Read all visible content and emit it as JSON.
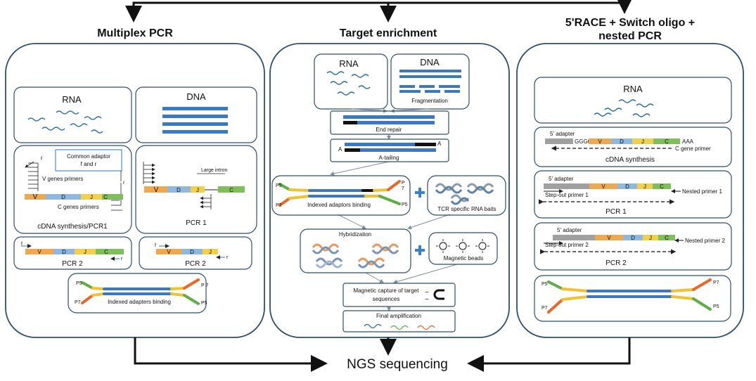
{
  "colors": {
    "rna": "#2a6fa8",
    "dna": "#3b78c2",
    "v": "#f0a84e",
    "d": "#8fb8e0",
    "j": "#f3d04a",
    "c": "#7fbf5a",
    "adapter_green": "#5fae45",
    "adapter_orange": "#e8682a",
    "adapter_yellow": "#f2c12e",
    "black": "#111111",
    "grey": "#a0a0a0",
    "box_stroke": "#2b4f6e"
  },
  "columns": {
    "multiplex": {
      "title": "Multiplex PCR",
      "rna_box": {
        "label": "RNA"
      },
      "dna_box": {
        "label": "DNA"
      },
      "cdna_box": {
        "common_adaptor": "Common adaptor",
        "f_and_r": "f and r",
        "f": "f",
        "r": "r",
        "v_primers": "V genes primers",
        "c_primers": "C genes primers",
        "caption": "cDNA synthesis/PCR1"
      },
      "pcr1_box": {
        "large_intron": "Large intron",
        "caption": "PCR 1"
      },
      "pcr2_left": {
        "f": "f",
        "r": "r",
        "caption": "PCR 2"
      },
      "pcr2_right": {
        "f": "f",
        "r": "r",
        "caption": "PCR 2"
      },
      "adapters_box": {
        "p5": "P5",
        "p7": "P7",
        "p7b": "P\n7",
        "p5b": "P5",
        "label": "Indexed adapters binding"
      }
    },
    "enrichment": {
      "title": "Target enrichment",
      "rna_label": "RNA",
      "dna_label": "DNA",
      "fragmentation": "Fragmentation",
      "end_repair": "End repair",
      "a_tailing": "A-tailing",
      "a": "A",
      "indexed_binding": "Indexed adaptors binding",
      "p5": "P5",
      "p7": "P7",
      "p_top": "P",
      "seven": "7",
      "tcr_baits": "TCR specific RNA baits",
      "hybridization": "Hybridization",
      "magnetic_beads": "Magnetic beads",
      "magnetic_capture_1": "Magnetic capture of target",
      "magnetic_capture_2": "sequences",
      "final_amplification": "Final amplification"
    },
    "race": {
      "title_1": "5'RACE + Switch oligo +",
      "title_2": "nested PCR",
      "rna_label": "RNA",
      "cdna": {
        "adapter": "5' adapter",
        "gggg": "GGGG",
        "aaa": "AAA",
        "c_primer": "C gene primer",
        "caption": "cDNA synthesis"
      },
      "pcr1": {
        "adapter": "5' adapter",
        "stepout": "Step-out primer 1",
        "nested": "Nested primer 1",
        "caption": "PCR 1"
      },
      "pcr2": {
        "adapter": "5' adapter",
        "stepout": "Step-out primer 2",
        "nested": "Nested primer 2",
        "caption": "PCR 2"
      },
      "adapters": {
        "p5": "P5",
        "p7": "P7",
        "p7b": "P7",
        "p5b": "P5"
      }
    },
    "segments": {
      "v": "V",
      "d": "D",
      "j": "J",
      "c": "C"
    }
  },
  "footer": {
    "label": "NGS sequencing"
  }
}
